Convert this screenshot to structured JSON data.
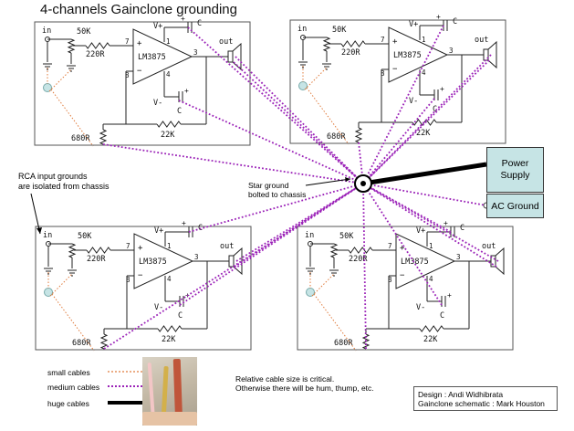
{
  "title": "4-channels Gainclone grounding",
  "rca_note": [
    "RCA input grounds",
    "are isolated from chassis"
  ],
  "star_ground": [
    "Star ground",
    "bolted to chassis"
  ],
  "power_supply": [
    "Power",
    "Supply"
  ],
  "ac_ground": "AC Ground",
  "legend": {
    "small": "small cables",
    "medium": "medium cables",
    "huge": "huge cables"
  },
  "note": [
    "Relative cable size is critical.",
    "Otherwise there will be hum, thump, etc."
  ],
  "credits": [
    "Design : Andi Widhibrata",
    "Gainclone schematic : Mark Houston"
  ],
  "schematic": {
    "in": "in",
    "pot": "50K",
    "r_in": "220R",
    "chip": "LM3875",
    "v_plus": "V+",
    "v_minus": "V-",
    "cap": "C",
    "out": "out",
    "r_fb": "22K",
    "r_gnd": "680R",
    "p1": "1",
    "p3": "3",
    "p4": "4",
    "p7": "7",
    "p8": "8",
    "plus": "+",
    "minus": "−"
  },
  "colors": {
    "small_cable": "#e07a3a",
    "medium_cable": "#9b22b8",
    "huge_cable": "#000000",
    "box_fill": "#c6e4e5"
  }
}
